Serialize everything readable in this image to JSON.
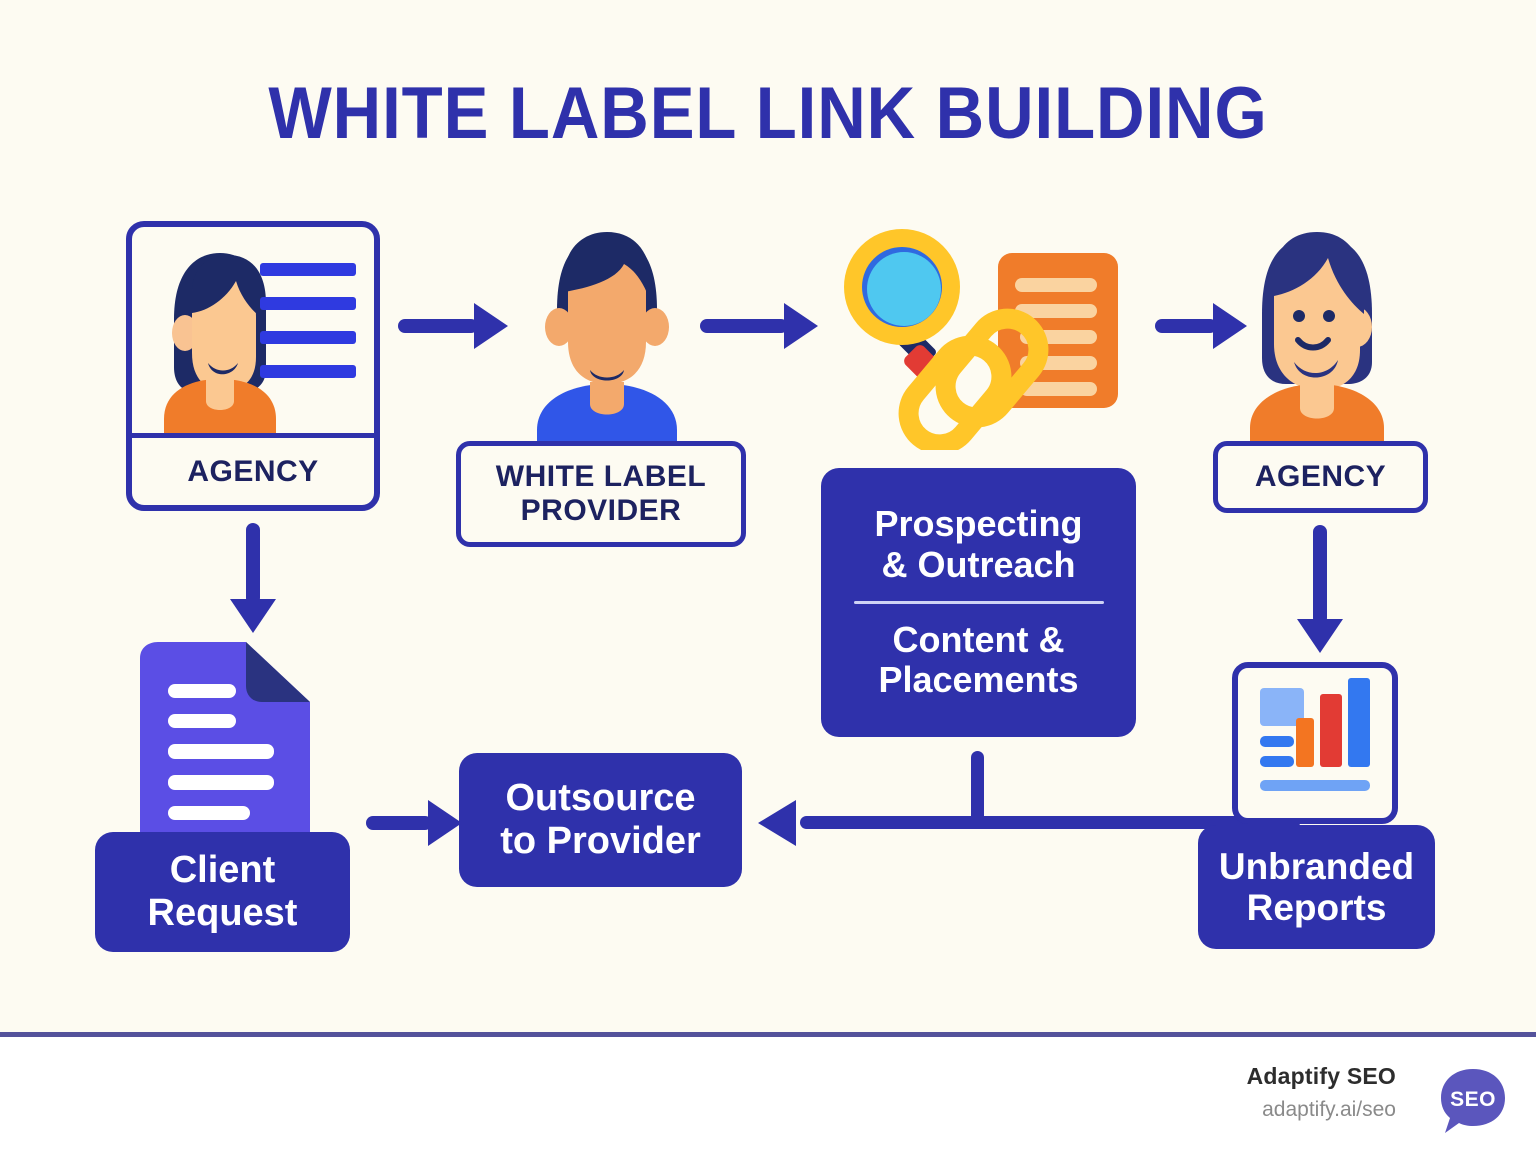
{
  "title": "WHITE LABEL LINK BUILDING",
  "colors": {
    "background": "#fdfbf2",
    "primary_blue": "#2f31ab",
    "navy": "#1d2260",
    "orange": "#f07c2a",
    "skin": "#f9c392",
    "yellow": "#ffc629",
    "cyan": "#4fc8f0",
    "red": "#e23b34",
    "purple_doc": "#5b4ee5",
    "divider": "#54529b",
    "logo_purple": "#5b56bd"
  },
  "nodes": {
    "agency_left": {
      "label": "AGENCY",
      "icon": "id-card-woman-icon"
    },
    "white_label_provider": {
      "label_line1": "WHITE LABEL",
      "label_line2": "PROVIDER",
      "icon": "avatar-man-icon"
    },
    "service_icons": {
      "icon1": "magnifier-icon",
      "icon2": "chain-link-icon",
      "icon3": "document-icon"
    },
    "prospecting": {
      "line1": "Prospecting",
      "line2": "& Outreach",
      "line3": "Content &",
      "line4": "Placements"
    },
    "agency_right": {
      "label": "AGENCY",
      "icon": "avatar-woman-icon"
    },
    "client_request": {
      "line1": "Client",
      "line2": "Request",
      "icon": "document-folded-icon"
    },
    "outsource": {
      "line1": "Outsource",
      "line2": "to Provider"
    },
    "unbranded_reports": {
      "line1": "Unbranded",
      "line2": "Reports",
      "icon": "report-chart-icon"
    }
  },
  "connectors": [
    {
      "name": "agency-to-provider",
      "direction": "right"
    },
    {
      "name": "provider-to-services",
      "direction": "right"
    },
    {
      "name": "services-to-agency-right",
      "direction": "right"
    },
    {
      "name": "agency-left-to-client-request",
      "direction": "down"
    },
    {
      "name": "client-request-to-outsource",
      "direction": "right"
    },
    {
      "name": "agency-right-to-reports",
      "direction": "down"
    },
    {
      "name": "reports-to-outsource",
      "direction": "left"
    },
    {
      "name": "prospecting-to-return-line",
      "direction": "down"
    }
  ],
  "footer": {
    "brand_name": "Adaptify SEO",
    "brand_url": "adaptify.ai/seo",
    "logo_text": "SEO"
  }
}
